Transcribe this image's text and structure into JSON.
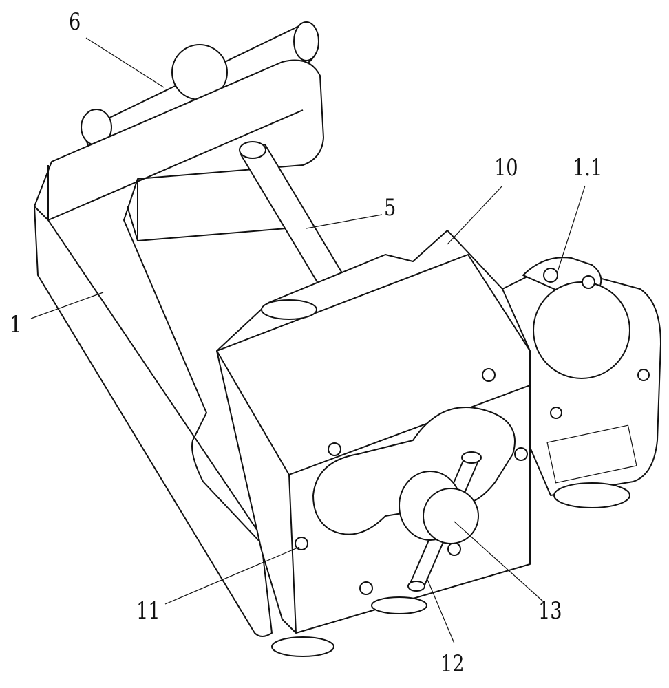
{
  "figure": {
    "labels": {
      "part_6": "6",
      "part_5": "5",
      "part_10": "10",
      "part_1_1": "1.1",
      "part_1": "1",
      "part_11": "11",
      "part_12": "12",
      "part_13": "13"
    }
  }
}
